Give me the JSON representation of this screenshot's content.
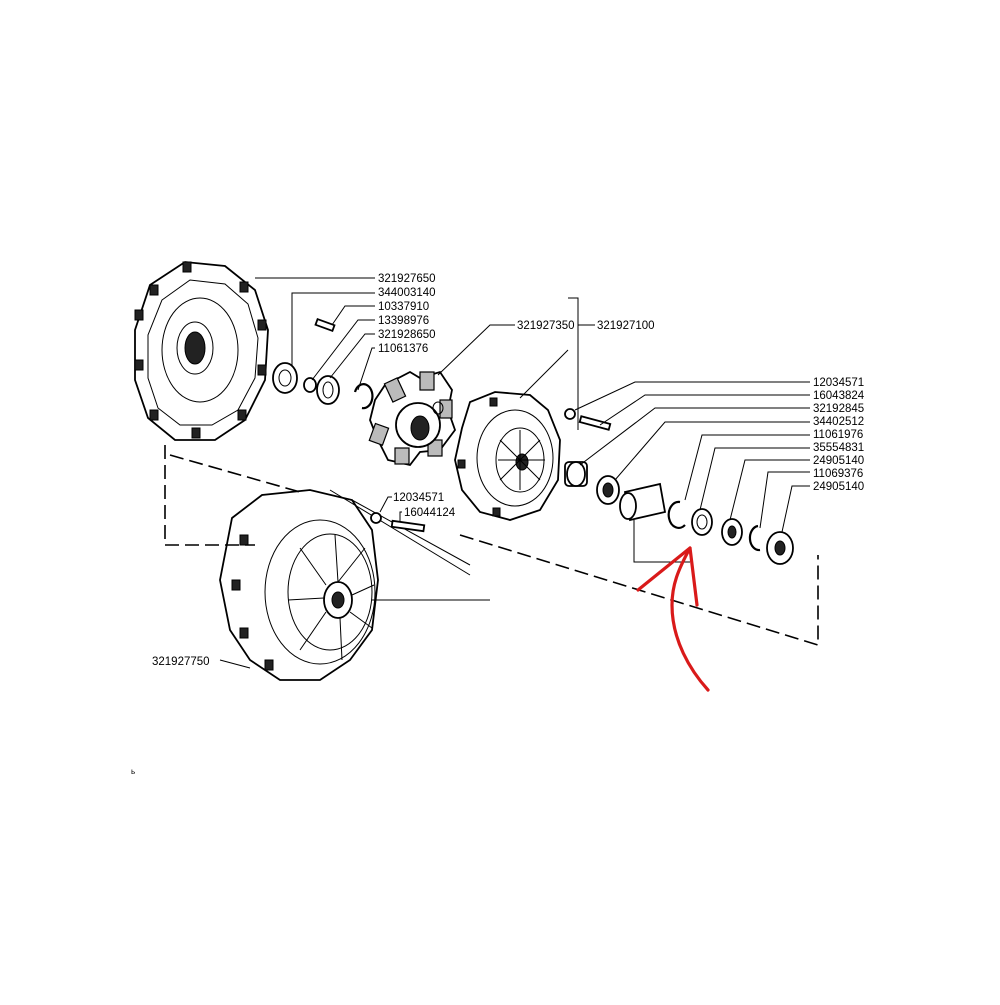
{
  "diagram": {
    "labels": {
      "flywheel_housing": "321927650",
      "bearing_a": "344003140",
      "pin": "10337910",
      "seal_a": "13398976",
      "bushing_a": "321928650",
      "snap_ring_a": "11061376",
      "clutch_disc": "321927350",
      "clutch_assembly": "321927100",
      "bolt_nut_r1": "12034571",
      "bolt_r1": "16043824",
      "collar_r": "32192845",
      "bearing_r1": "34402512",
      "snap_ring_r1": "11061976",
      "sleeve_r": "35554831",
      "washer_r1": "24905140",
      "snap_ring_r2": "11069376",
      "washer_r2": "24905140",
      "nut_lower": "12034571",
      "bolt_lower": "16044124",
      "pressure_plate": "321927750"
    },
    "annotation_color": "#d91a1a",
    "corner_mark": "ь"
  }
}
